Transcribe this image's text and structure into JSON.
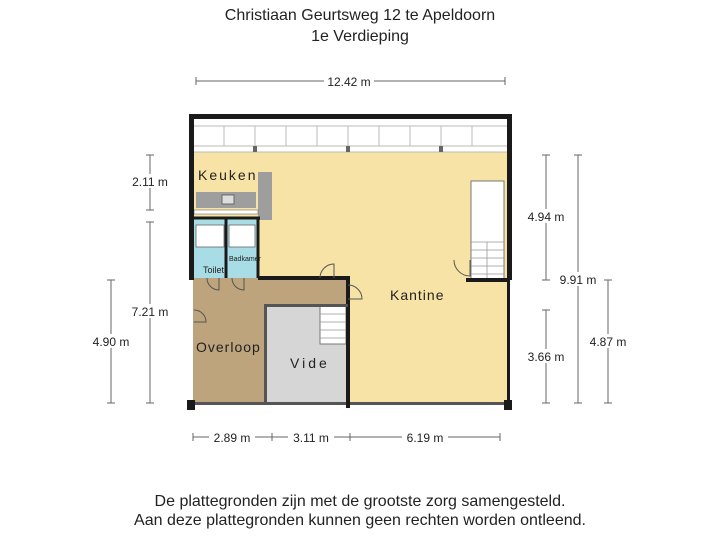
{
  "title": {
    "line1": "Christiaan Geurtsweg 12 te Apeldoorn",
    "line2": "1e Verdieping"
  },
  "footer": {
    "line1": "De plattegronden zijn met de grootste zorg samengesteld.",
    "line2": "Aan deze plattegronden kunnen geen rechten worden ontleend."
  },
  "rooms": {
    "keuken": "Keuken",
    "kantine": "Kantine",
    "overloop": "Overloop",
    "vide": "Vide",
    "toilet": "Toilet",
    "badkamer": "Badkamer"
  },
  "dimensions": {
    "top_width": "12.42 m",
    "left_keuken": "2.11 m",
    "left_mid": "7.21 m",
    "left_outer": "4.90 m",
    "right_upper": "4.94 m",
    "right_total": "9.91 m",
    "right_lower": "3.66 m",
    "right_outer": "4.87 m",
    "bottom_1": "2.89 m",
    "bottom_2": "3.11 m",
    "bottom_3": "6.19 m"
  },
  "colors": {
    "kantine_fill": "#f8e3a6",
    "overloop_fill": "#bda47c",
    "vide_fill": "#d6d6d6",
    "bath_fill": "#a9dde6",
    "wall": "#1a1a1a",
    "counter": "#9e9e9e"
  }
}
